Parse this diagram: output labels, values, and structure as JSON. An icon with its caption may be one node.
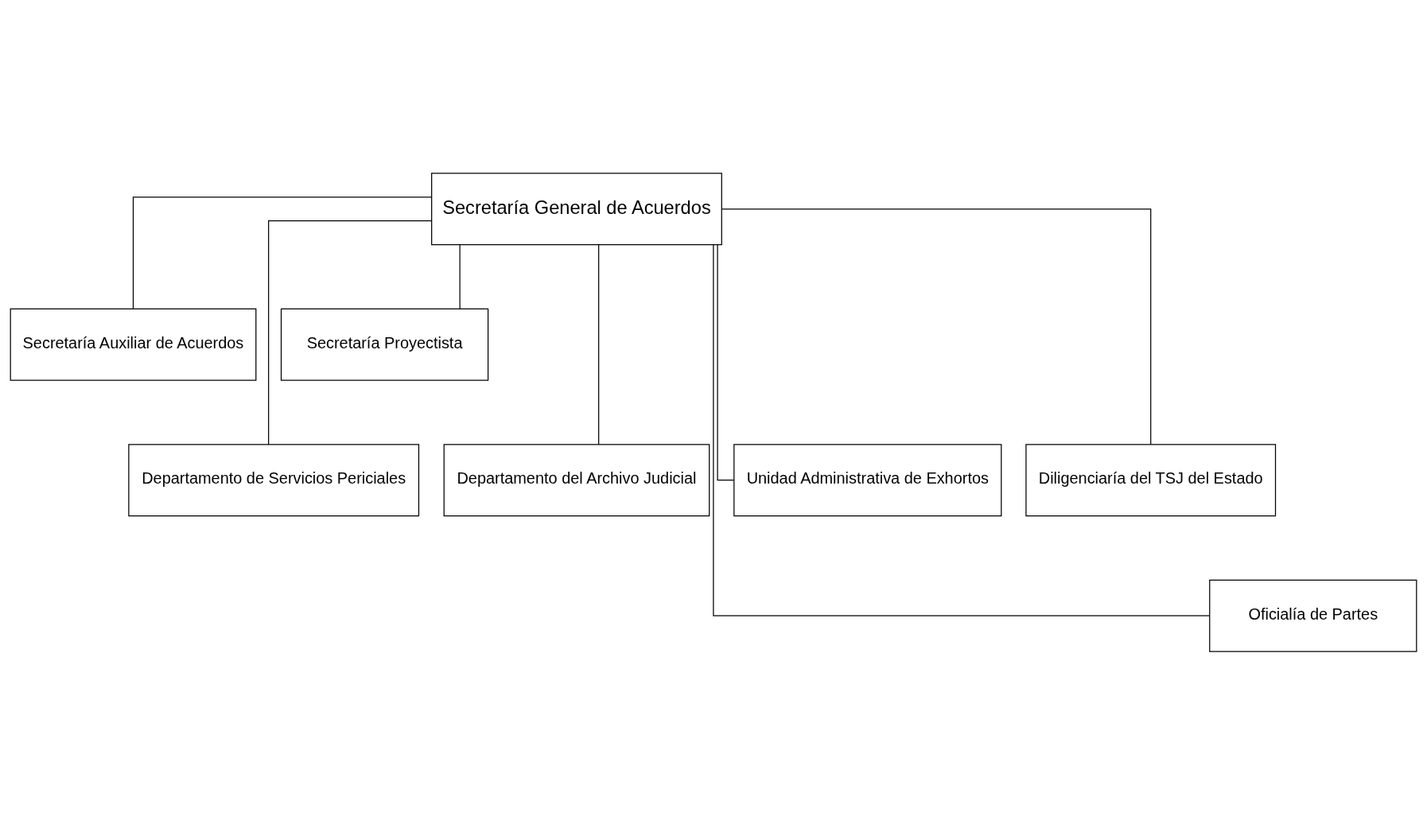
{
  "diagram": {
    "nodes": [
      {
        "text": [
          "Secretaría General de Acuerdos"
        ]
      },
      {
        "text": [
          "Secretaría Auxiliar de Acuerdos"
        ]
      },
      {
        "text": [
          "Secretaría Proyectista"
        ]
      },
      {
        "text": [
          "Departamento de Servicios Periciales"
        ]
      },
      {
        "text": [
          "Departamento del Archivo Judicial"
        ]
      },
      {
        "text": [
          "Unidad Administrativa de Exhortos"
        ]
      },
      {
        "text": [
          "Diligenciaría del TSJ del Estado"
        ]
      },
      {
        "text": [
          "Oficialía de Partes"
        ]
      }
    ],
    "edges": [
      {
        "from": 0,
        "to": 1,
        "arrow": "none"
      },
      {
        "from": 0,
        "to": 2,
        "arrow": "none"
      },
      {
        "from": 0,
        "to": 3,
        "arrow": "none"
      },
      {
        "from": 0,
        "to": 4,
        "arrow": "none"
      },
      {
        "from": 0,
        "to": 5,
        "arrow": "none"
      },
      {
        "from": 0,
        "to": 6,
        "arrow": "none"
      },
      {
        "from": 0,
        "to": 7,
        "arrow": "none"
      }
    ]
  }
}
